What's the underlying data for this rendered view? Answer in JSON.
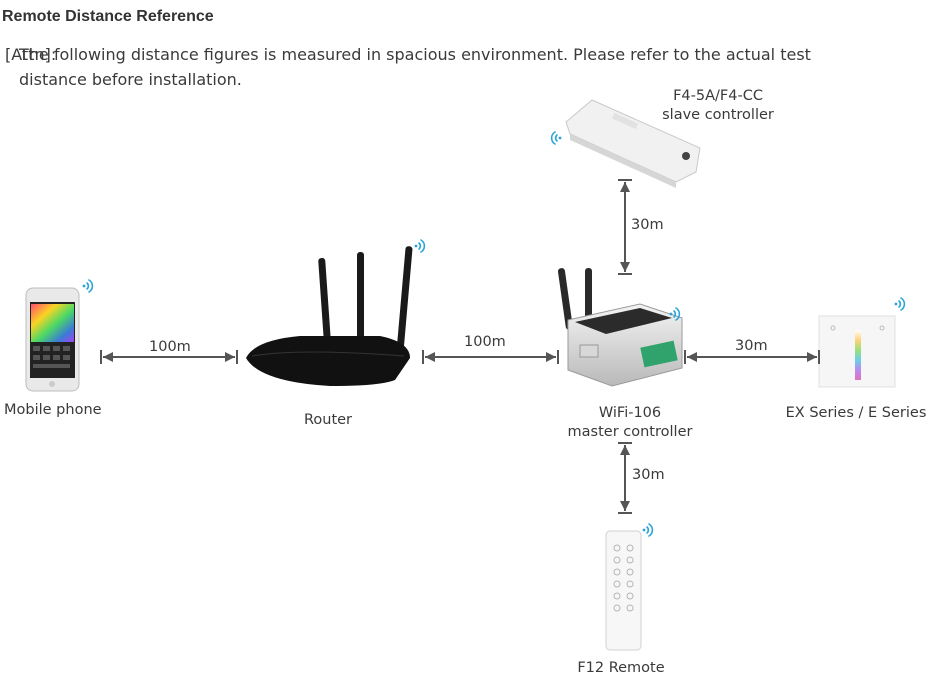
{
  "title": "Remote Distance Reference",
  "note": {
    "tag": "[Attn]:",
    "line1": "The following distance figures is measured in spacious environment. Please refer to the actual test",
    "line2": "distance before installation."
  },
  "devices": {
    "phone": "Mobile phone",
    "router": "Router",
    "master_line1": "WiFi-106",
    "master_line2": "master controller",
    "slave_line1": "F4-5A/F4-CC",
    "slave_line2": "slave controller",
    "panel": "EX Series / E Series",
    "remote": "F12 Remote"
  },
  "distances": {
    "phone_router": "100m",
    "router_master": "100m",
    "master_slave": "30m",
    "master_panel": "30m",
    "master_remote": "30m"
  },
  "colors": {
    "wifi_signal": "#2aa3d8",
    "arrow": "#555555",
    "text": "#3a3a3a"
  }
}
